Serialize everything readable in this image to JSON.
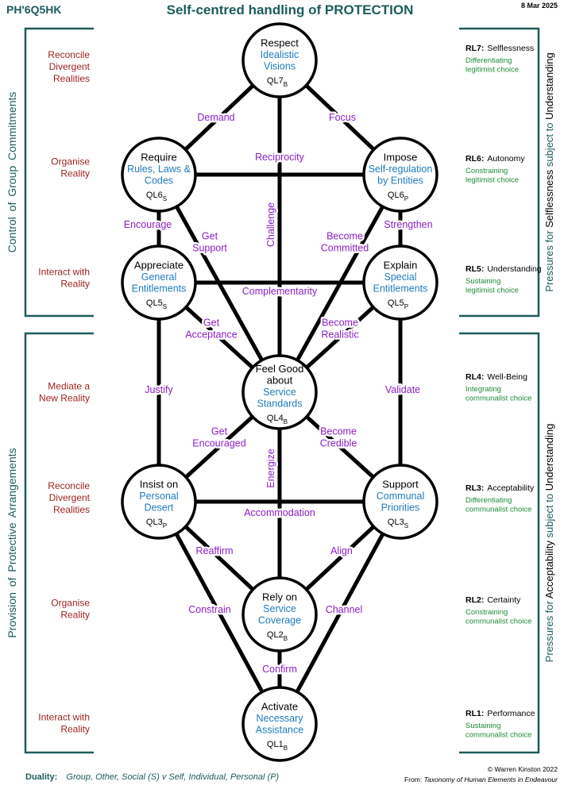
{
  "header": {
    "code": "PH'6Q5HK",
    "title": "Self-centred handling of PROTECTION",
    "date": "8 Mar 2025"
  },
  "left_sections": [
    {
      "label": "Control of Group Commitments"
    },
    {
      "label": "Provision of Protective Arrangements"
    }
  ],
  "right_sections": [
    {
      "prefix": "Pressures for",
      "keyword": "Selflessness",
      "suffix": "subject to",
      "end": "Understanding"
    },
    {
      "prefix": "Pressures for",
      "keyword": "Acceptability",
      "suffix": "subject to",
      "end": "Understanding"
    }
  ],
  "left_labels": [
    {
      "lines": [
        "Reconcile",
        "Divergent",
        "Realities"
      ]
    },
    {
      "lines": [
        "Organise",
        "Reality"
      ]
    },
    {
      "lines": [
        "Interact with",
        "Reality"
      ]
    },
    {
      "lines": [
        "Mediate a",
        "New Reality"
      ]
    },
    {
      "lines": [
        "Reconcile",
        "Divergent",
        "Realities"
      ]
    },
    {
      "lines": [
        "Organise",
        "Reality"
      ]
    },
    {
      "lines": [
        "Interact with",
        "Reality"
      ]
    }
  ],
  "right_levels": [
    {
      "code": "RL7:",
      "name": "Selflessness",
      "desc": [
        "Differentiating",
        "legitimist choice"
      ]
    },
    {
      "code": "RL6:",
      "name": "Autonomy",
      "desc": [
        "Constraining",
        "legitimist choice"
      ]
    },
    {
      "code": "RL5:",
      "name": "Understanding",
      "desc": [
        "Sustaining",
        "legitimist choice"
      ]
    },
    {
      "code": "RL4:",
      "name": "Well-Being",
      "desc": [
        "Integrating",
        "communalist choice"
      ]
    },
    {
      "code": "RL3:",
      "name": "Acceptability",
      "desc": [
        "Differentiating",
        "communalist choice"
      ]
    },
    {
      "code": "RL2:",
      "name": "Certainty",
      "desc": [
        "Constraining",
        "communalist choice"
      ]
    },
    {
      "code": "RL1:",
      "name": "Performance",
      "desc": [
        "Sustaining",
        "communalist choice"
      ]
    }
  ],
  "nodes": [
    {
      "id": "ql7",
      "verb": [
        "Respect"
      ],
      "object": [
        "Idealistic",
        "Visions"
      ],
      "ql": "QL7",
      "sub": "B"
    },
    {
      "id": "ql6s",
      "verb": [
        "Require"
      ],
      "object": [
        "Rules, Laws &",
        "Codes"
      ],
      "ql": "QL6",
      "sub": "S"
    },
    {
      "id": "ql6p",
      "verb": [
        "Impose"
      ],
      "object": [
        "Self-regulation",
        "by Entities"
      ],
      "ql": "QL6",
      "sub": "P"
    },
    {
      "id": "ql5s",
      "verb": [
        "Appreciate"
      ],
      "object": [
        "General",
        "Entitlements"
      ],
      "ql": "QL5",
      "sub": "S"
    },
    {
      "id": "ql5p",
      "verb": [
        "Explain"
      ],
      "object": [
        "Special",
        "Entitlements"
      ],
      "ql": "QL5",
      "sub": "P"
    },
    {
      "id": "ql4",
      "verb": [
        "Feel Good",
        "about"
      ],
      "object": [
        "Service",
        "Standards"
      ],
      "ql": "QL4",
      "sub": "B"
    },
    {
      "id": "ql3p",
      "verb": [
        "Insist on"
      ],
      "object": [
        "Personal",
        "Desert"
      ],
      "ql": "QL3",
      "sub": "P"
    },
    {
      "id": "ql3s",
      "verb": [
        "Support"
      ],
      "object": [
        "Communal",
        "Priorities"
      ],
      "ql": "QL3",
      "sub": "S"
    },
    {
      "id": "ql2",
      "verb": [
        "Rely on"
      ],
      "object": [
        "Service",
        "Coverage"
      ],
      "ql": "QL2",
      "sub": "B"
    },
    {
      "id": "ql1",
      "verb": [
        "Activate"
      ],
      "object": [
        "Necessary",
        "Assistance"
      ],
      "ql": "QL1",
      "sub": "B"
    }
  ],
  "edge_labels": [
    {
      "lines": [
        "Demand"
      ]
    },
    {
      "lines": [
        "Focus"
      ]
    },
    {
      "lines": [
        "Reciprocity"
      ]
    },
    {
      "lines": [
        "Challenge"
      ]
    },
    {
      "lines": [
        "Encourage"
      ]
    },
    {
      "lines": [
        "Strengthen"
      ]
    },
    {
      "lines": [
        "Get",
        "Support"
      ]
    },
    {
      "lines": [
        "Become",
        "Committed"
      ]
    },
    {
      "lines": [
        "Complementarity"
      ]
    },
    {
      "lines": [
        "Get",
        "Acceptance"
      ]
    },
    {
      "lines": [
        "Become",
        "Realistic"
      ]
    },
    {
      "lines": [
        "Justify"
      ]
    },
    {
      "lines": [
        "Validate"
      ]
    },
    {
      "lines": [
        "Get",
        "Encouraged"
      ]
    },
    {
      "lines": [
        "Become",
        "Credible"
      ]
    },
    {
      "lines": [
        "Energize"
      ]
    },
    {
      "lines": [
        "Accommodation"
      ]
    },
    {
      "lines": [
        "Reaffirm"
      ]
    },
    {
      "lines": [
        "Align"
      ]
    },
    {
      "lines": [
        "Constrain"
      ]
    },
    {
      "lines": [
        "Channel"
      ]
    },
    {
      "lines": [
        "Confirm"
      ]
    }
  ],
  "footer": {
    "duality_label": "Duality:",
    "duality_text": "Group, Other, Social (S)  v  Self, Individual, Personal (P)",
    "copyright": "© Warren Kinston  2022",
    "from_label": "From:",
    "from_text": "Taxonomy of Human Elements in Endeavour"
  },
  "colors": {
    "title": "#1d5c5c",
    "object_text": "#1f7bbf",
    "edge_label": "#8a1fc4",
    "left_label": "#9c1e1e",
    "level_desc": "#1f8a3a"
  }
}
